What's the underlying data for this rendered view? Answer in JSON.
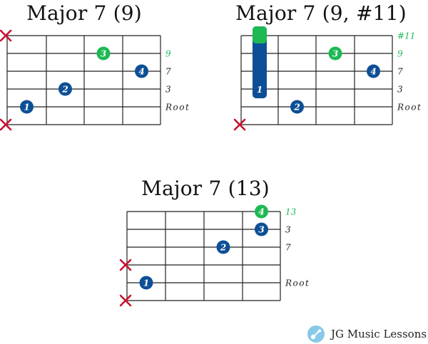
{
  "colors": {
    "grid": "#222222",
    "finger": "#0d4f96",
    "extension": "#1db954",
    "mute": "#c8102e",
    "label": "#222222",
    "label_extension": "#1db954",
    "brand_icon": "#88c8e8"
  },
  "diagrams": [
    {
      "title": "Major 7 (9)",
      "muted_strings": [
        0,
        5
      ],
      "dots": [
        {
          "string": 1,
          "fret": 1,
          "finger": "1",
          "kind": "finger"
        },
        {
          "string": 2,
          "fret": 2,
          "finger": "2",
          "kind": "finger"
        },
        {
          "string": 4,
          "fret": 3,
          "finger": "3",
          "kind": "extension"
        },
        {
          "string": 3,
          "fret": 4,
          "finger": "4",
          "kind": "finger"
        }
      ],
      "barre": null,
      "string_labels": [
        {
          "string": 4,
          "text": "9",
          "kind": "extension"
        },
        {
          "string": 3,
          "text": "7",
          "kind": "normal"
        },
        {
          "string": 2,
          "text": "3",
          "kind": "normal"
        },
        {
          "string": 1,
          "text": "Root",
          "kind": "normal"
        }
      ]
    },
    {
      "title": "Major 7 (9, #11)",
      "muted_strings": [
        0
      ],
      "dots": [
        {
          "string": 1,
          "fret": 2,
          "finger": "2",
          "kind": "finger"
        },
        {
          "string": 4,
          "fret": 3,
          "finger": "3",
          "kind": "extension"
        },
        {
          "string": 3,
          "fret": 4,
          "finger": "4",
          "kind": "finger"
        }
      ],
      "barre": {
        "fret": 1,
        "from_string": 2,
        "to_string": 5,
        "finger": "1",
        "extension_string": 5
      },
      "string_labels": [
        {
          "string": 5,
          "text": "#11",
          "kind": "extension"
        },
        {
          "string": 4,
          "text": "9",
          "kind": "extension"
        },
        {
          "string": 3,
          "text": "7",
          "kind": "normal"
        },
        {
          "string": 2,
          "text": "3",
          "kind": "normal"
        },
        {
          "string": 1,
          "text": "Root",
          "kind": "normal"
        }
      ]
    },
    {
      "title": "Major 7 (13)",
      "muted_strings": [
        0,
        2
      ],
      "dots": [
        {
          "string": 1,
          "fret": 1,
          "finger": "1",
          "kind": "finger"
        },
        {
          "string": 3,
          "fret": 3,
          "finger": "2",
          "kind": "finger"
        },
        {
          "string": 4,
          "fret": 4,
          "finger": "3",
          "kind": "finger"
        },
        {
          "string": 5,
          "fret": 4,
          "finger": "4",
          "kind": "extension"
        }
      ],
      "barre": null,
      "string_labels": [
        {
          "string": 5,
          "text": "13",
          "kind": "extension"
        },
        {
          "string": 4,
          "text": "3",
          "kind": "normal"
        },
        {
          "string": 3,
          "text": "7",
          "kind": "normal"
        },
        {
          "string": 1,
          "text": "Root",
          "kind": "normal"
        }
      ]
    }
  ],
  "brand": {
    "name": "JG Music Lessons",
    "icon": "guitar-icon"
  }
}
